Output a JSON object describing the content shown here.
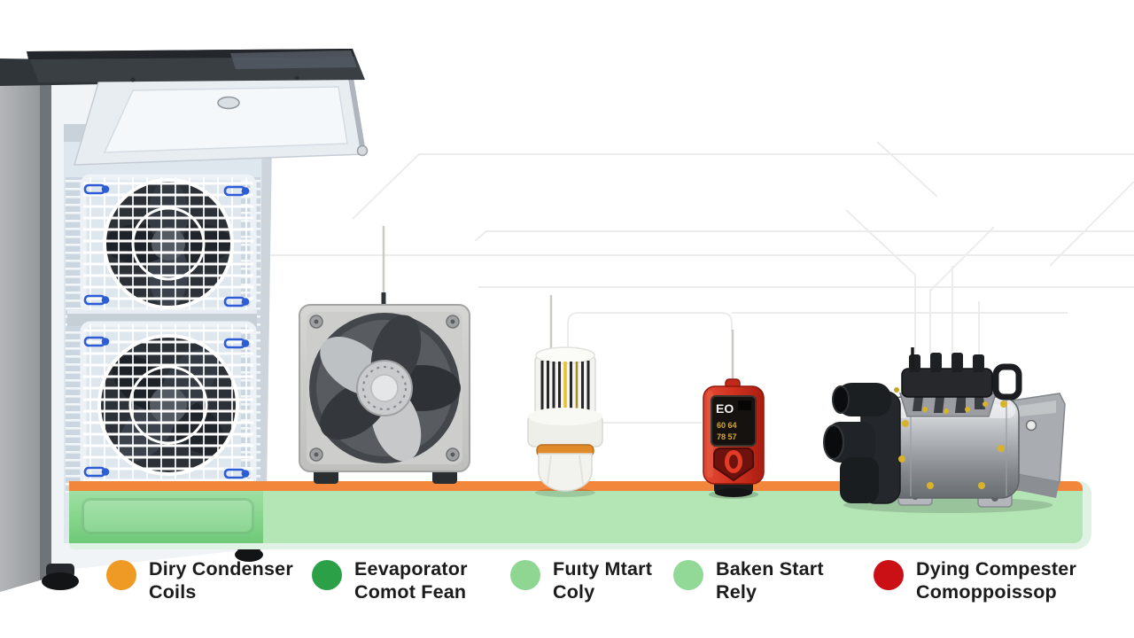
{
  "legend": {
    "items": [
      {
        "line1": "Diry Condenser",
        "line2": "Coils",
        "color": "#F09A26"
      },
      {
        "line1": "Eevaporator",
        "line2": "Comot Fean",
        "color": "#2BA047"
      },
      {
        "line1": "Fuıty Mtart",
        "line2": "Coly",
        "color": "#8ED692"
      },
      {
        "line1": "Baken Start",
        "line2": "Rely",
        "color": "#92D897"
      },
      {
        "line1": "Dying Compester",
        "line2": "Comoppoissop",
        "color": "#CB1015"
      }
    ]
  },
  "relay_screen": {
    "title": "EO",
    "row1": "60  64",
    "row2": "78  57"
  },
  "colors": {
    "orange_bar": "#F2873B",
    "green_band": "#B4E6B5",
    "band_edge": "#DFF2E3",
    "trace": "#ECECEC",
    "wire": "#C9C9C5"
  },
  "illustrations": [
    "refrigerator-open-top-illustration",
    "evaporator-fan-grille-upper",
    "evaporator-fan-grille-lower",
    "condenser-fan-illustration",
    "thermostat-illustration",
    "start-relay-illustration",
    "compressor-illustration",
    "pipeline-bar"
  ]
}
